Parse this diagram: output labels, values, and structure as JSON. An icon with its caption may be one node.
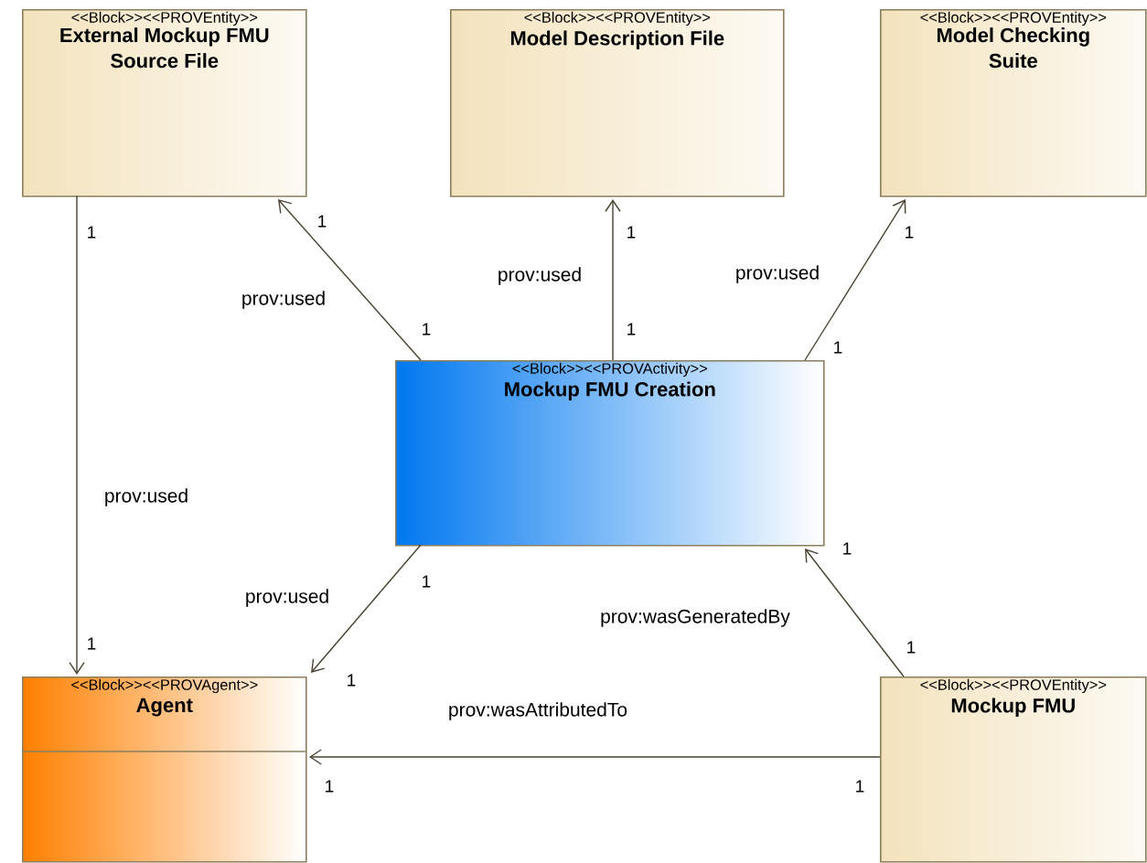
{
  "diagram": {
    "nodes": [
      {
        "text": [
          "<<Block>><<PROVEntity>>",
          "External Mockup FMU Source File"
        ]
      },
      {
        "text": [
          "<<Block>><<PROVEntity>>",
          "Model Description File"
        ]
      },
      {
        "text": [
          "<<Block>><<PROVEntity>>",
          "Model Checking Suite"
        ]
      },
      {
        "text": [
          "<<Block>><<PROVActivity>>",
          "Mockup FMU Creation"
        ]
      },
      {
        "text": [
          "<<Block>><<PROVAgent>>",
          "Agent"
        ]
      },
      {
        "text": [
          "<<Block>><<PROVEntity>>",
          "Mockup FMU"
        ]
      }
    ],
    "edges": [
      {
        "from": 3,
        "to": 0,
        "arrow": "to",
        "label": "prov:used"
      },
      {
        "from": 3,
        "to": 1,
        "arrow": "to",
        "label": "prov:used"
      },
      {
        "from": 3,
        "to": 2,
        "arrow": "to",
        "label": "prov:used"
      },
      {
        "from": 0,
        "to": 4,
        "arrow": "to",
        "label": "prov:used"
      },
      {
        "from": 3,
        "to": 4,
        "arrow": "to",
        "label": "prov:used"
      },
      {
        "from": 5,
        "to": 3,
        "arrow": "to",
        "label": "prov:wasGeneratedBy"
      },
      {
        "from": 5,
        "to": 4,
        "arrow": "to",
        "label": "prov:wasAttributedTo"
      }
    ],
    "labels": [
      "1",
      "1",
      "1",
      "1",
      "1",
      "1",
      "1",
      "1",
      "1",
      "1",
      "1",
      "1",
      "1",
      "1"
    ]
  }
}
